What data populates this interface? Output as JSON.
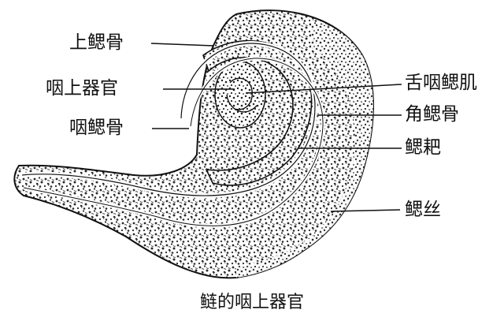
{
  "labels": {
    "upper_gill_bone": "上鳃骨",
    "epibranchial_organ": "咽上器官",
    "pharyngobranchial": "咽鳃骨",
    "tongue_pharynx_gill_muscle": "舌咽鳃肌",
    "ceratobranchial": "角鳃骨",
    "gill_raker": "鳃耙",
    "gill_filament": "鳃丝"
  },
  "caption": "鲢的咽上器官",
  "colors": {
    "ink": "#111111",
    "texture": "#2a2a2a",
    "paper": "#ffffff"
  }
}
